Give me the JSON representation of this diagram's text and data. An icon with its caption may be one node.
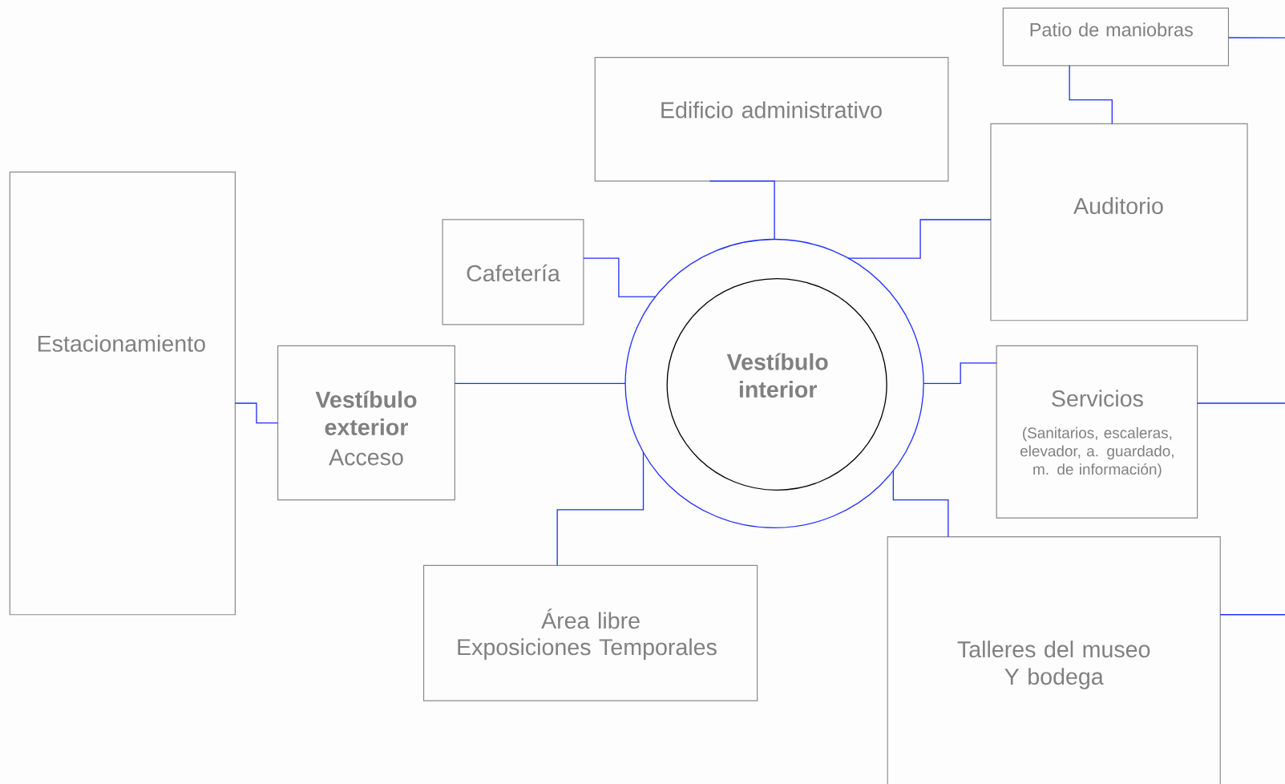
{
  "diagram": {
    "nodes": [
      {
        "text": [
          "Patio de maniobras"
        ]
      },
      {
        "text": [
          "Edificio administrativo"
        ]
      },
      {
        "text": [
          "Estacionamiento"
        ]
      },
      {
        "text": [
          "Cafetería"
        ]
      },
      {
        "text": [
          "Auditorio"
        ]
      },
      {
        "text": [
          "Vestíbulo exterior",
          "Acceso"
        ]
      },
      {
        "text": [],
        "shape": "circle"
      },
      {
        "text": [
          "Vestíbulo interior"
        ],
        "in": 6
      },
      {
        "text": [
          "Servicios",
          "(Sanitarios, escaleras, elevador, a. guardado, m. de información)"
        ]
      },
      {
        "text": [
          "Área libre",
          "Exposiciones Temporales"
        ]
      },
      {
        "text": [
          "Talleres del museo",
          "Y bodega"
        ]
      }
    ],
    "edges": [
      {
        "from": 0,
        "to": null,
        "arrow": "none"
      },
      {
        "from": 0,
        "to": 4,
        "arrow": "none"
      },
      {
        "from": 1,
        "to": 6,
        "arrow": "none"
      },
      {
        "from": 3,
        "to": 6,
        "arrow": "none"
      },
      {
        "from": 6,
        "to": 4,
        "arrow": "none"
      },
      {
        "from": 2,
        "to": 5,
        "arrow": "none"
      },
      {
        "from": 5,
        "to": 6,
        "arrow": "none"
      },
      {
        "from": 6,
        "to": 8,
        "arrow": "none"
      },
      {
        "from": 8,
        "to": null,
        "arrow": "none"
      },
      {
        "from": 9,
        "to": 6,
        "arrow": "none"
      },
      {
        "from": 6,
        "to": 10,
        "arrow": "none"
      },
      {
        "from": 10,
        "to": null,
        "arrow": "none"
      }
    ]
  }
}
